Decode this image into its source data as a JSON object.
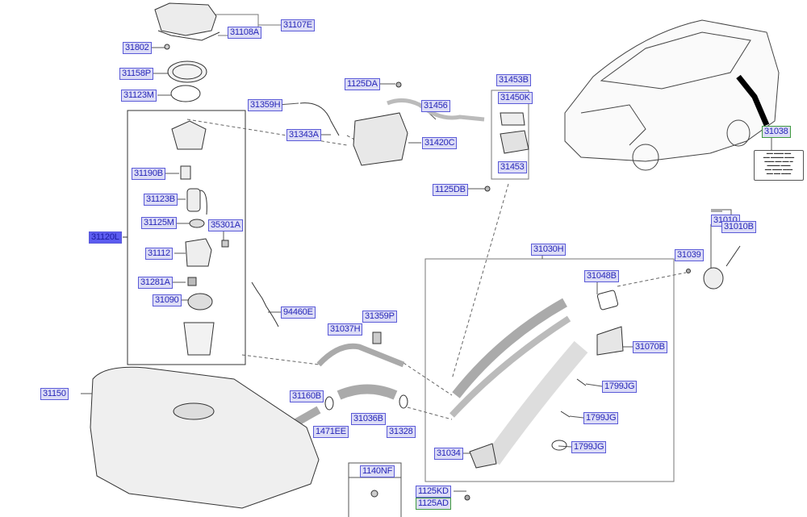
{
  "diagram": {
    "colors": {
      "label_text": "#2626b8",
      "label_bg": "#dcdcf6",
      "label_border": "#5a5ad8",
      "highlight_bg": "#5c5cf0",
      "alt_border": "#3f9a3f",
      "line": "#333333"
    },
    "labels": [
      {
        "text": "31107E"
      },
      {
        "text": "31108A"
      },
      {
        "text": "31802"
      },
      {
        "text": "31158P"
      },
      {
        "text": "31123M"
      },
      {
        "text": "31359H"
      },
      {
        "text": "31343A"
      },
      {
        "text": "1125DA"
      },
      {
        "text": "31456"
      },
      {
        "text": "31420C"
      },
      {
        "text": "31453B"
      },
      {
        "text": "31450K"
      },
      {
        "text": "31453"
      },
      {
        "text": "1125DB"
      },
      {
        "text": "31038"
      },
      {
        "text": "31010"
      },
      {
        "text": "31010B"
      },
      {
        "text": "31039"
      },
      {
        "text": "31030H"
      },
      {
        "text": "31048B"
      },
      {
        "text": "31070B"
      },
      {
        "text": "1799JG"
      },
      {
        "text": "1799JG"
      },
      {
        "text": "1799JG"
      },
      {
        "text": "31190B"
      },
      {
        "text": "31123B"
      },
      {
        "text": "31125M"
      },
      {
        "text": "35301A"
      },
      {
        "text": "31120L",
        "highlighted": true
      },
      {
        "text": "31112"
      },
      {
        "text": "31281A"
      },
      {
        "text": "31090"
      },
      {
        "text": "94460E"
      },
      {
        "text": "31359P"
      },
      {
        "text": "31037H"
      },
      {
        "text": "31160B"
      },
      {
        "text": "1471EE"
      },
      {
        "text": "31036B"
      },
      {
        "text": "31328"
      },
      {
        "text": "31034"
      },
      {
        "text": "1140NF"
      },
      {
        "text": "1125KD"
      },
      {
        "text": "1125AD"
      },
      {
        "text": "31150"
      }
    ]
  }
}
